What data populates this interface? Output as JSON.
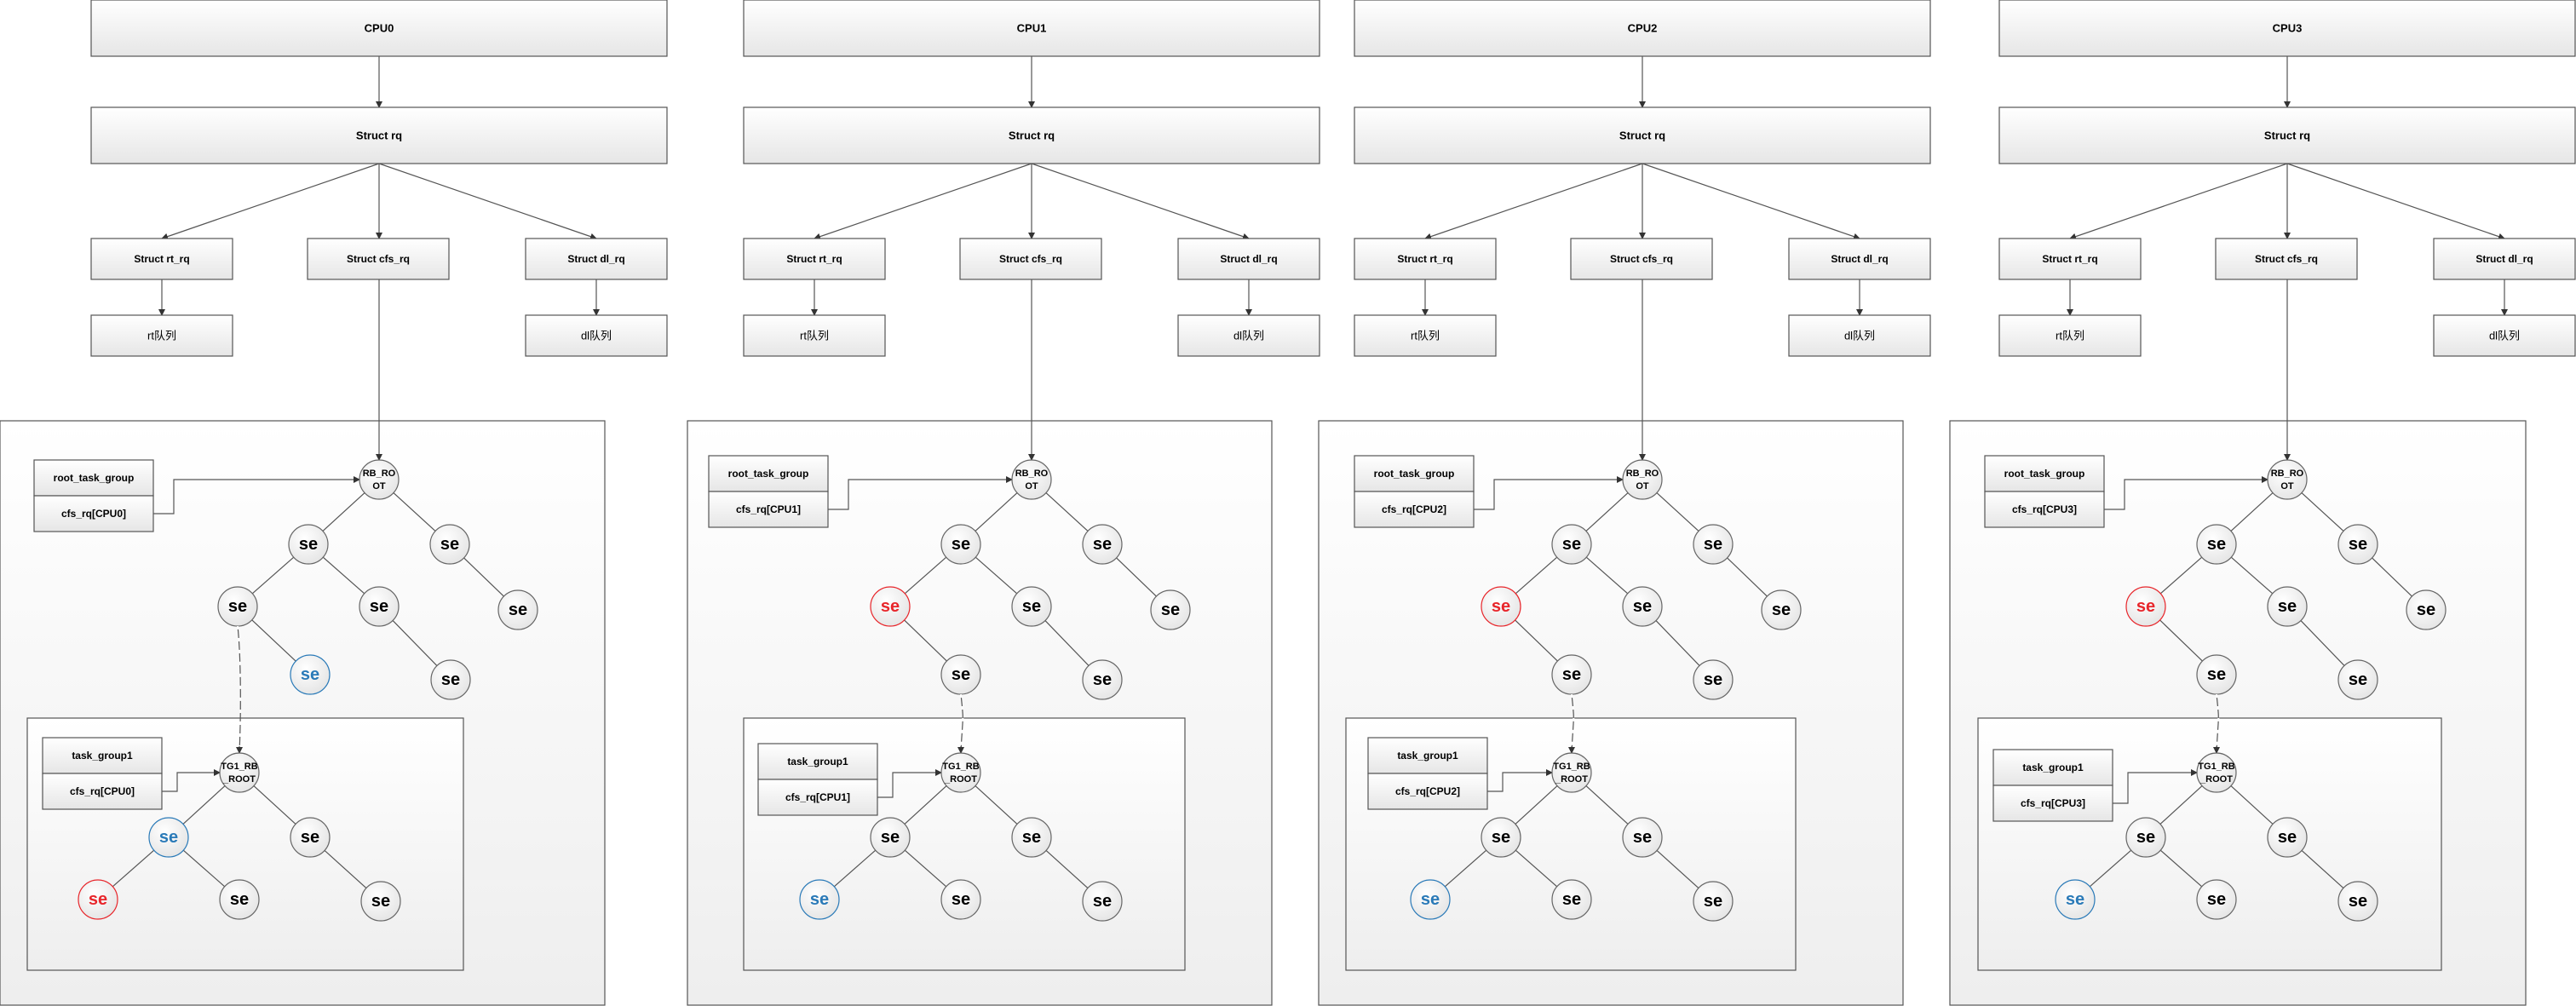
{
  "cpus": [
    {
      "cpu_label": "CPU0",
      "rq_label": "Struct rq",
      "rt_rq_label": "Struct rt_rq",
      "cfs_rq_label": "Struct cfs_rq",
      "dl_rq_label": "Struct dl_rq",
      "rt_queue_label": "rt队列",
      "dl_queue_label": "dl队列",
      "root_group_label": "root_task_group",
      "root_cfs_rq_label": "cfs_rq[CPU0]",
      "root_node_label": "RB_RO\nOT",
      "task_group_label": "task_group1",
      "tg_cfs_rq_label": "cfs_rq[CPU0]",
      "tg_root_label": "TG1_RB\n_ROOT",
      "se_label": "se",
      "colors": {
        "red": "#e8262b",
        "blue": "#2a7ab8",
        "black": "#000000"
      }
    },
    {
      "cpu_label": "CPU1",
      "rq_label": "Struct rq",
      "rt_rq_label": "Struct rt_rq",
      "cfs_rq_label": "Struct cfs_rq",
      "dl_rq_label": "Struct dl_rq",
      "rt_queue_label": "rt队列",
      "dl_queue_label": "dl队列",
      "root_group_label": "root_task_group",
      "root_cfs_rq_label": "cfs_rq[CPU1]",
      "root_node_label": "RB_RO\nOT",
      "task_group_label": "task_group1",
      "tg_cfs_rq_label": "cfs_rq[CPU1]",
      "tg_root_label": "TG1_RB\n_ROOT",
      "se_label": "se"
    },
    {
      "cpu_label": "CPU2",
      "rq_label": "Struct rq",
      "rt_rq_label": "Struct rt_rq",
      "cfs_rq_label": "Struct cfs_rq",
      "dl_rq_label": "Struct dl_rq",
      "rt_queue_label": "rt队列",
      "dl_queue_label": "dl队列",
      "root_group_label": "root_task_group",
      "root_cfs_rq_label": "cfs_rq[CPU2]",
      "root_node_label": "RB_RO\nOT",
      "task_group_label": "task_group1",
      "tg_cfs_rq_label": "cfs_rq[CPU2]",
      "tg_root_label": "TG1_RB\n_ROOT",
      "se_label": "se"
    },
    {
      "cpu_label": "CPU3",
      "rq_label": "Struct rq",
      "rt_rq_label": "Struct rt_rq",
      "cfs_rq_label": "Struct cfs_rq",
      "dl_rq_label": "Struct dl_rq",
      "rt_queue_label": "rt队列",
      "dl_queue_label": "dl队列",
      "root_group_label": "root_task_group",
      "root_cfs_rq_label": "cfs_rq[CPU3]",
      "root_node_label": "RB_RO\nOT",
      "task_group_label": "task_group1",
      "tg_cfs_rq_label": "cfs_rq[CPU3]",
      "tg_root_label": "TG1_RB\n_ROOT",
      "se_label": "se"
    }
  ]
}
